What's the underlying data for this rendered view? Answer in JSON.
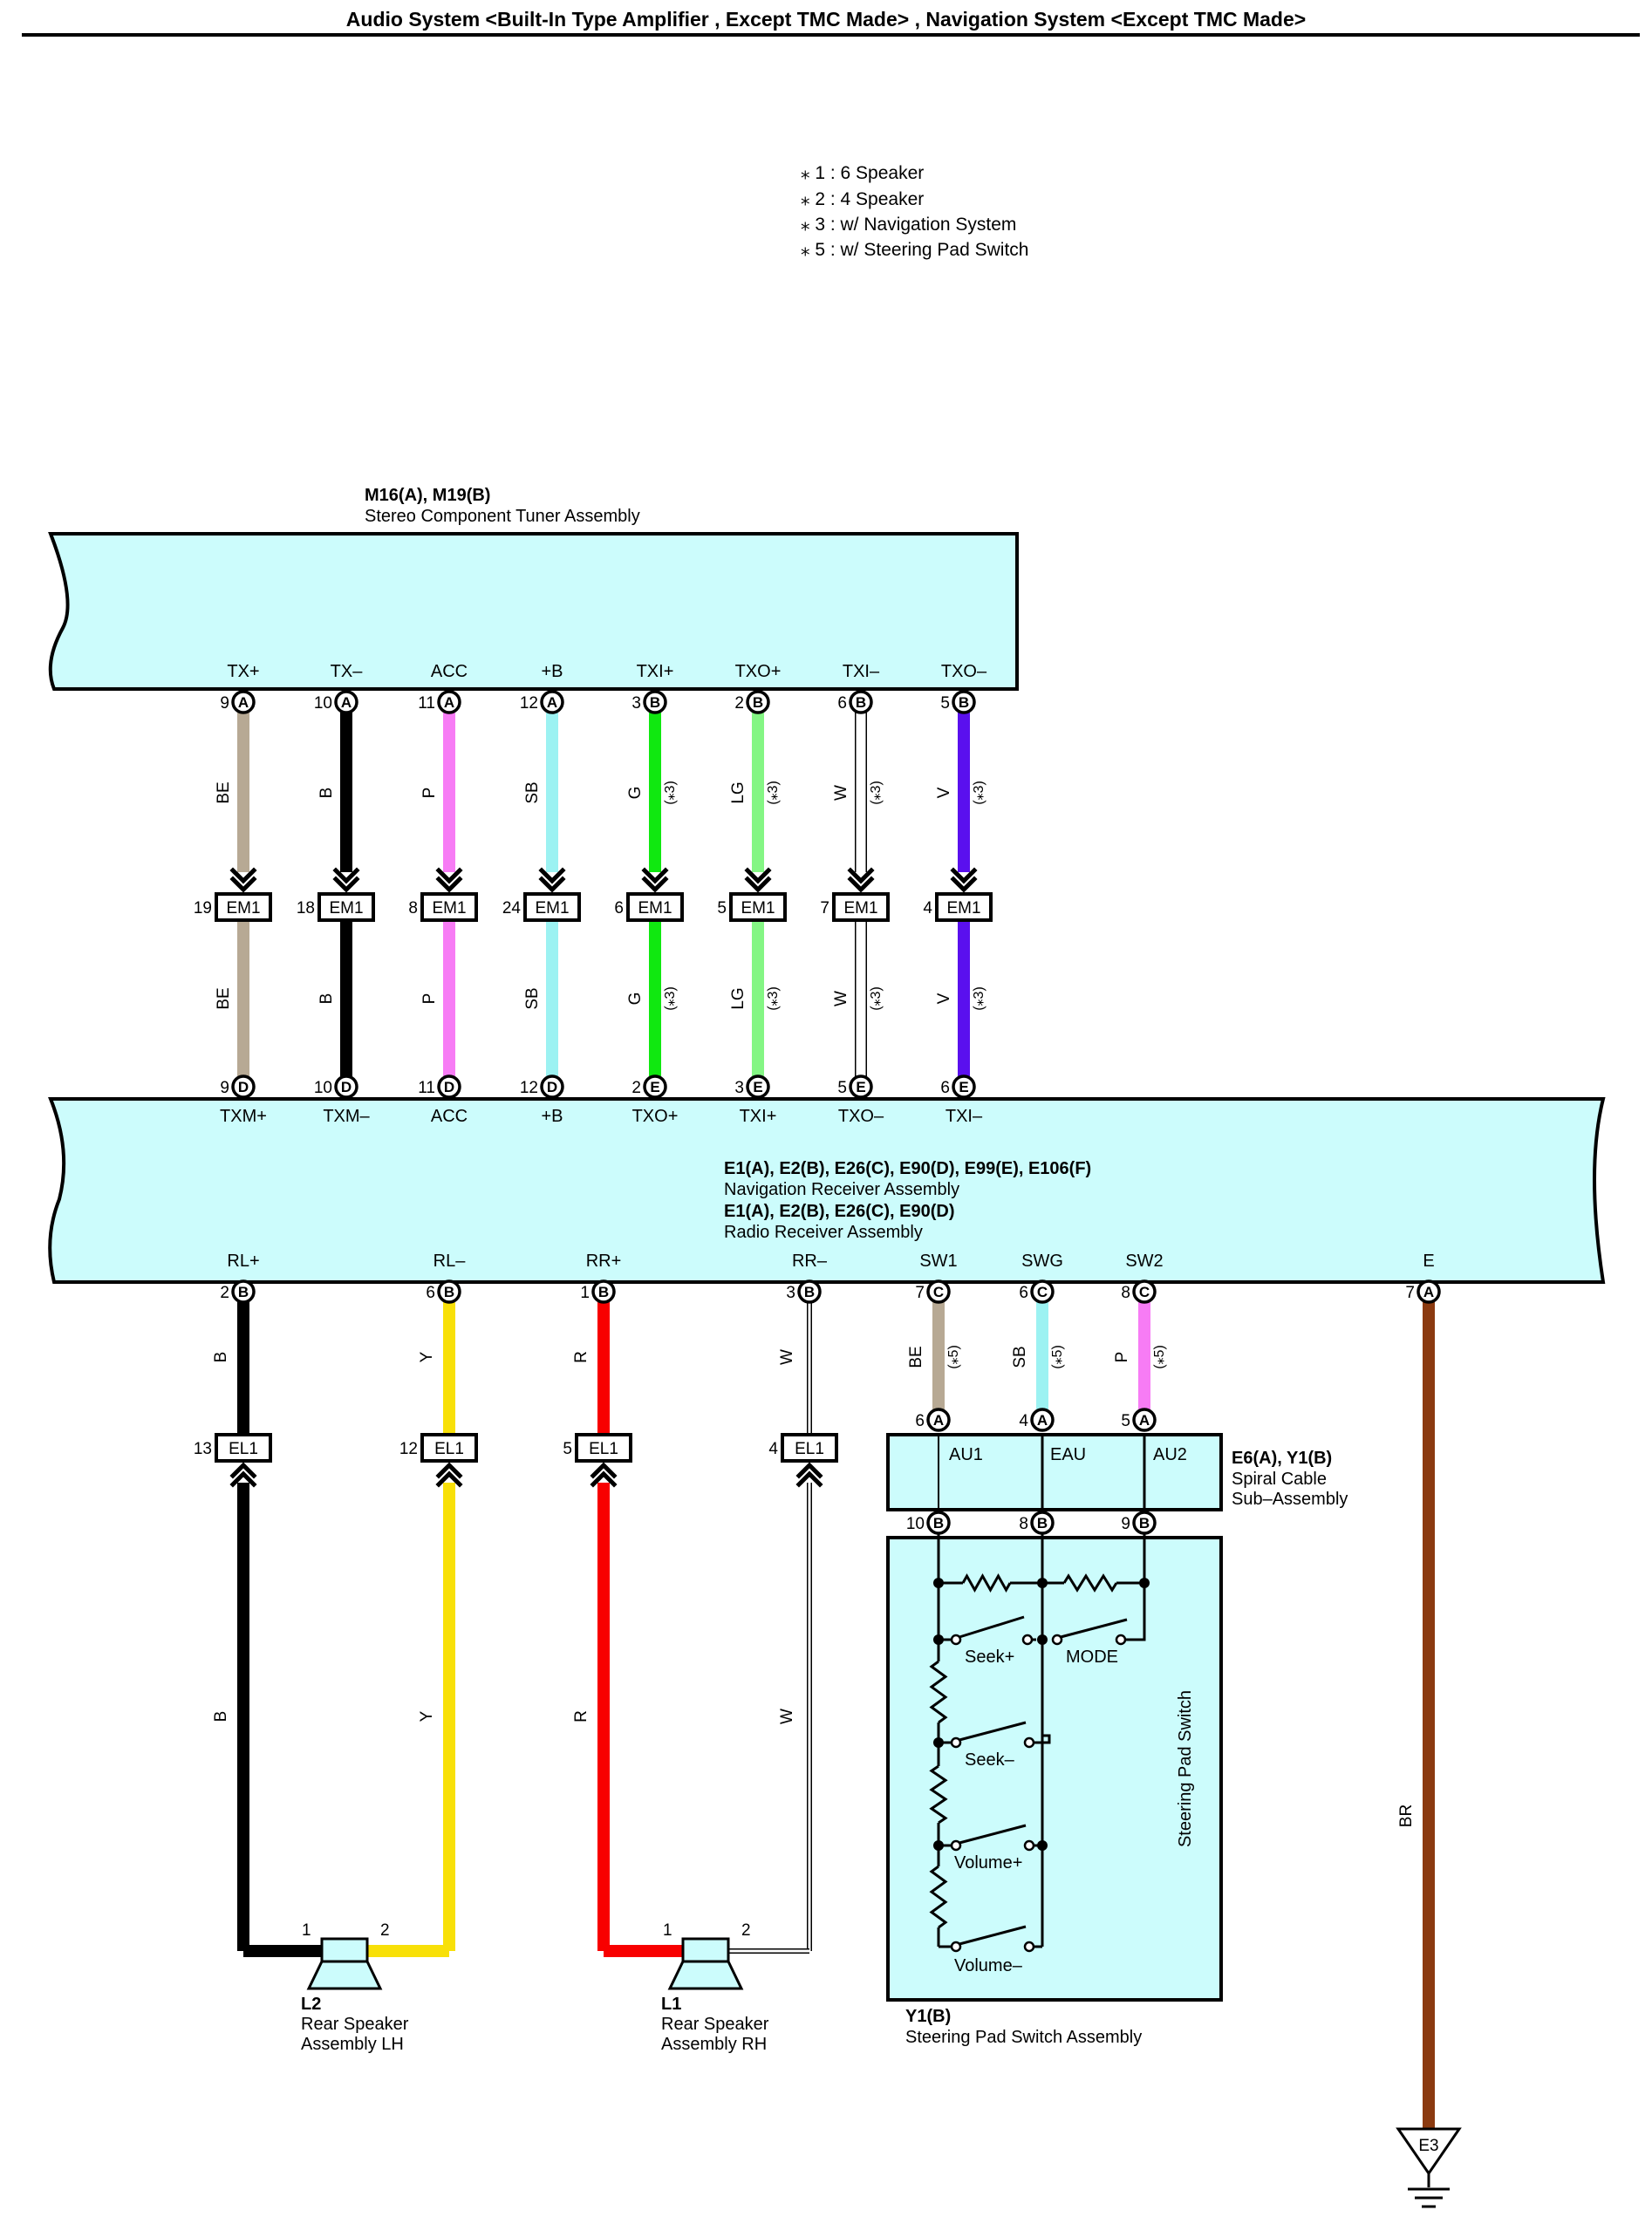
{
  "title": "Audio System <Built-In Type Amplifier , Except TMC Made> , Navigation System <Except TMC Made>",
  "notes": [
    "⁎ 1 : 6 Speaker",
    "⁎ 2 : 4 Speaker",
    "⁎ 3 : w/ Navigation System",
    "⁎ 5 : w/ Steering Pad Switch"
  ],
  "colors": {
    "box_fill": "#ccfcfc",
    "BE": "#b7a994",
    "B": "#000000",
    "P": "#f77cf5",
    "SB": "#9cf2f2",
    "G": "#10e810",
    "LG": "#84f684",
    "W": "#ffffff",
    "V": "#5a10ee",
    "Y": "#f8e008",
    "R": "#f80000",
    "BR": "#8b3a10"
  },
  "tuner": {
    "id": "M16(A), M19(B)",
    "name": "Stereo Component Tuner Assembly",
    "pins": [
      {
        "label": "TX+",
        "num": "9",
        "conn": "A"
      },
      {
        "label": "TX–",
        "num": "10",
        "conn": "A"
      },
      {
        "label": "ACC",
        "num": "11",
        "conn": "A"
      },
      {
        "label": "+B",
        "num": "12",
        "conn": "A"
      },
      {
        "label": "TXI+",
        "num": "3",
        "conn": "B"
      },
      {
        "label": "TXO+",
        "num": "2",
        "conn": "B"
      },
      {
        "label": "TXI–",
        "num": "6",
        "conn": "B"
      },
      {
        "label": "TXO–",
        "num": "5",
        "conn": "B"
      }
    ]
  },
  "upper_wires": [
    {
      "color": "BE",
      "note": "",
      "em_pin": "19"
    },
    {
      "color": "B",
      "note": "",
      "em_pin": "18"
    },
    {
      "color": "P",
      "note": "",
      "em_pin": "8"
    },
    {
      "color": "SB",
      "note": "",
      "em_pin": "24"
    },
    {
      "color": "G",
      "note": "(⁎3)",
      "em_pin": "6"
    },
    {
      "color": "LG",
      "note": "(⁎3)",
      "em_pin": "5"
    },
    {
      "color": "W",
      "note": "(⁎3)",
      "em_pin": "7"
    },
    {
      "color": "V",
      "note": "(⁎3)",
      "em_pin": "4"
    }
  ],
  "em_connector": "EM1",
  "receiver": {
    "top_pins": [
      {
        "label": "TXM+",
        "num": "9",
        "conn": "D"
      },
      {
        "label": "TXM–",
        "num": "10",
        "conn": "D"
      },
      {
        "label": "ACC",
        "num": "11",
        "conn": "D"
      },
      {
        "label": "+B",
        "num": "12",
        "conn": "D"
      },
      {
        "label": "TXO+",
        "num": "2",
        "conn": "E"
      },
      {
        "label": "TXI+",
        "num": "3",
        "conn": "E"
      },
      {
        "label": "TXO–",
        "num": "5",
        "conn": "E"
      },
      {
        "label": "TXI–",
        "num": "6",
        "conn": "E"
      }
    ],
    "id1": "E1(A), E2(B), E26(C), E90(D), E99(E), E106(F)",
    "name1": "Navigation Receiver Assembly",
    "id2": "E1(A), E2(B), E26(C), E90(D)",
    "name2": "Radio Receiver Assembly",
    "bottom_pins": [
      {
        "label": "RL+",
        "num": "2",
        "conn": "B"
      },
      {
        "label": "RL–",
        "num": "6",
        "conn": "B"
      },
      {
        "label": "RR+",
        "num": "1",
        "conn": "B"
      },
      {
        "label": "RR–",
        "num": "3",
        "conn": "B"
      },
      {
        "label": "SW1",
        "num": "7",
        "conn": "C"
      },
      {
        "label": "SWG",
        "num": "6",
        "conn": "C"
      },
      {
        "label": "SW2",
        "num": "8",
        "conn": "C"
      },
      {
        "label": "E",
        "num": "7",
        "conn": "A"
      }
    ]
  },
  "speaker_wires": [
    {
      "color": "B",
      "el_pin": "13"
    },
    {
      "color": "Y",
      "el_pin": "12"
    },
    {
      "color": "R",
      "el_pin": "5"
    },
    {
      "color": "W",
      "el_pin": "4"
    }
  ],
  "el_connector": "EL1",
  "switch_wires": [
    {
      "color": "BE",
      "note": "(⁎5)"
    },
    {
      "color": "SB",
      "note": "(⁎5)"
    },
    {
      "color": "P",
      "note": "(⁎5)"
    }
  ],
  "ground_wire": {
    "color": "BR",
    "ground": "E3"
  },
  "spiral": {
    "id": "E6(A), Y1(B)",
    "name_line1": "Spiral Cable",
    "name_line2": "Sub–Assembly",
    "top_pins": [
      {
        "num": "6",
        "conn": "A"
      },
      {
        "num": "4",
        "conn": "A"
      },
      {
        "num": "5",
        "conn": "A"
      }
    ],
    "labels": [
      "AU1",
      "EAU",
      "AU2"
    ],
    "bottom_pins": [
      {
        "num": "10",
        "conn": "B"
      },
      {
        "num": "8",
        "conn": "B"
      },
      {
        "num": "9",
        "conn": "B"
      }
    ]
  },
  "steering_pad": {
    "vertical_label": "Steering Pad Switch",
    "switches": [
      "Seek+",
      "MODE",
      "Seek–",
      "Volume+",
      "Volume–"
    ],
    "id": "Y1(B)",
    "name": "Steering Pad Switch Assembly"
  },
  "speakers": [
    {
      "id": "L2",
      "line1": "Rear Speaker",
      "line2": "Assembly LH",
      "pin1": "1",
      "pin2": "2"
    },
    {
      "id": "L1",
      "line1": "Rear Speaker",
      "line2": "Assembly RH",
      "pin1": "1",
      "pin2": "2"
    }
  ]
}
